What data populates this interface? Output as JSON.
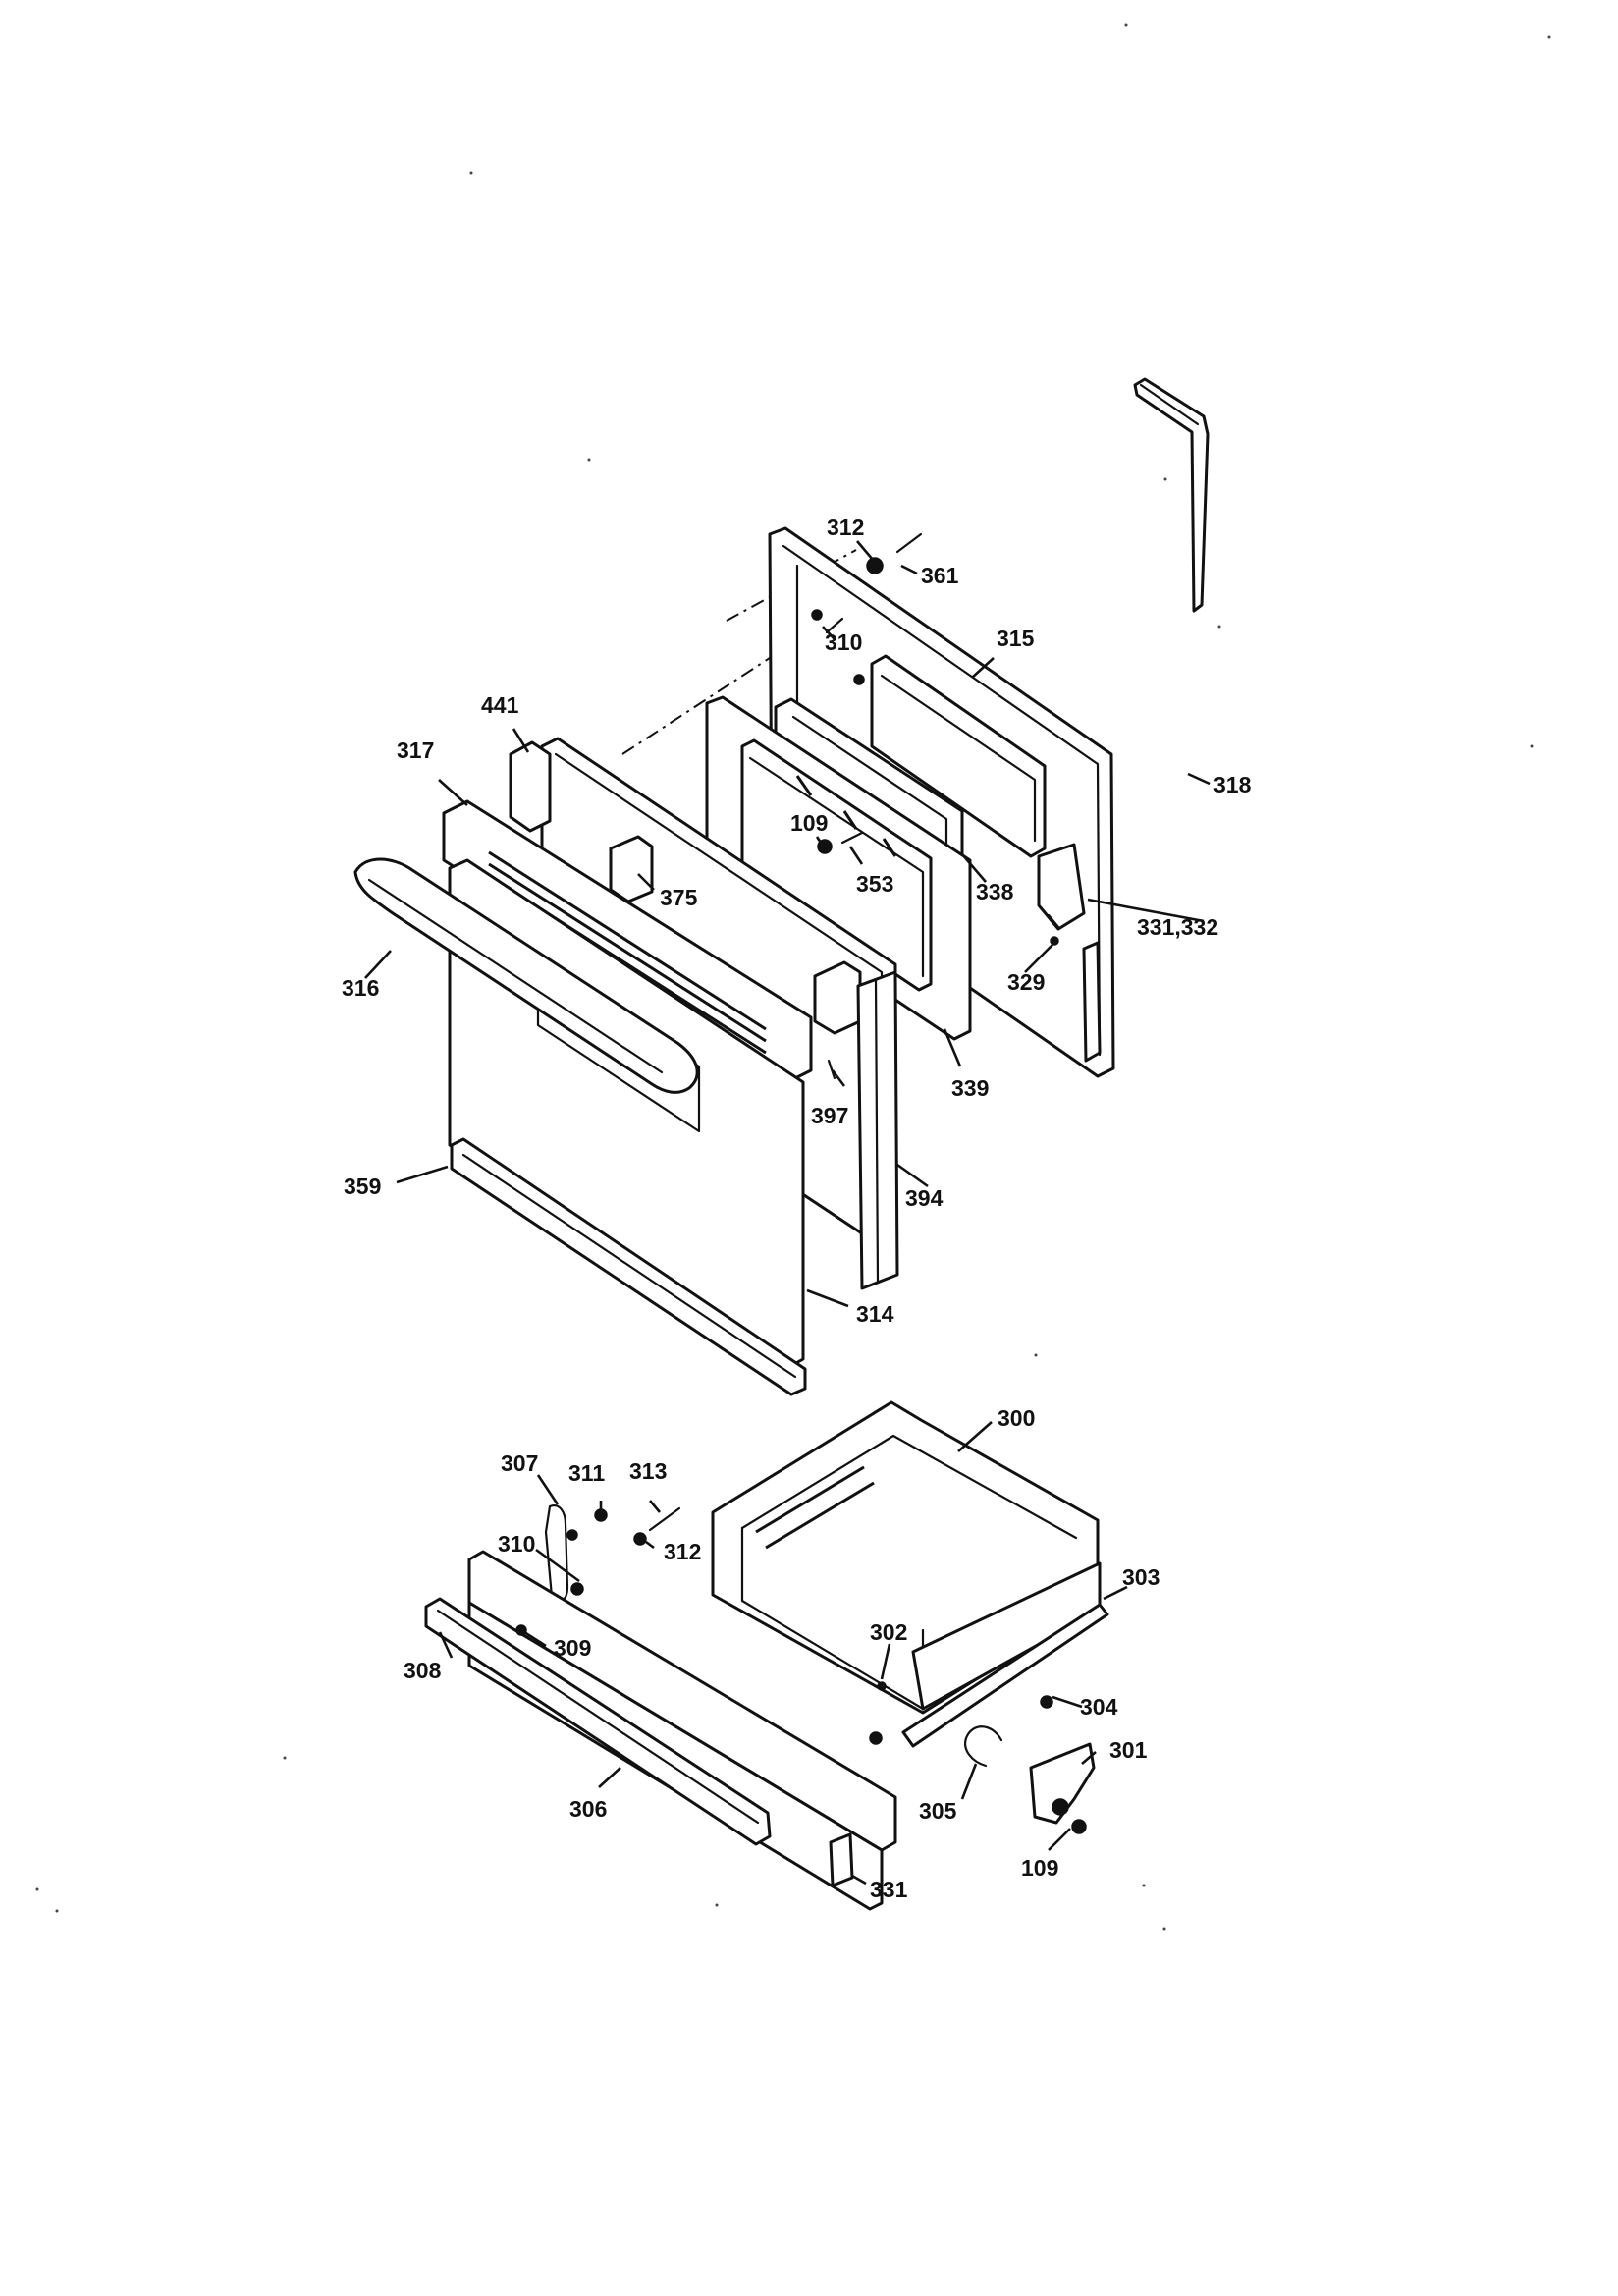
{
  "callouts": {
    "c312a": "312",
    "c361": "361",
    "c310a": "310",
    "c315": "315",
    "c318": "318",
    "c441": "441",
    "c317": "317",
    "c109a": "109",
    "c353": "353",
    "c338": "338",
    "c375": "375",
    "c331_332": "331,332",
    "c316": "316",
    "c329": "329",
    "c339": "339",
    "c397": "397",
    "c394": "394",
    "c359": "359",
    "c314": "314",
    "c300": "300",
    "c307": "307",
    "c311": "311",
    "c313": "313",
    "c310b": "310",
    "c312b": "312",
    "c303": "303",
    "c309": "309",
    "c302": "302",
    "c308": "308",
    "c304": "304",
    "c301": "301",
    "c306": "306",
    "c305": "305",
    "c109b": "109",
    "c331": "331"
  }
}
